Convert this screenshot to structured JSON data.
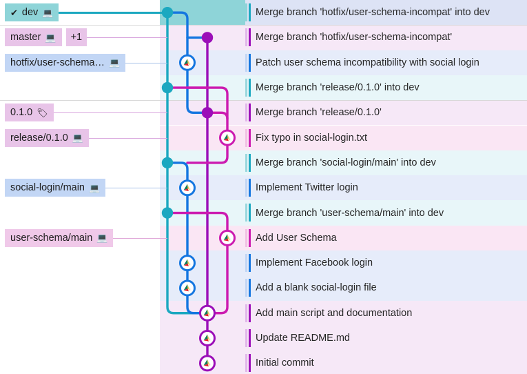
{
  "colors": {
    "dev": "#1ba8c0",
    "master": "#9b0fb8",
    "feature_blue": "#1476e0",
    "feature_magenta": "#cc1bb0",
    "row_selected_graph": "#8ed4d8",
    "row_selected_msg": "#dde3f5",
    "row_dev_tint": "#e8f6f9",
    "row_master_tint": "#f6e8f7",
    "row_blue_tint": "#e6ecfa",
    "row_magenta_tint": "#fae6f4",
    "separator": "#d8d8d8",
    "text": "#262626",
    "background": "#ffffff"
  },
  "graph": {
    "node_icon_name": "commit-author-avatar-icon",
    "lane_x": [
      243,
      272,
      301,
      330
    ],
    "row_height": 36.3
  },
  "refs": [
    {
      "name": "dev",
      "kind": "branch",
      "label": "dev",
      "icon": "local-branch-icon",
      "checked_out": true,
      "style": "dev",
      "row": 0,
      "extra": null
    },
    {
      "name": "master",
      "kind": "branch",
      "label": "master",
      "icon": "local-branch-icon",
      "checked_out": false,
      "style": "pink",
      "row": 1,
      "extra": "+1"
    },
    {
      "name": "hotfix",
      "kind": "branch",
      "label": "hotfix/user-schema…",
      "icon": "local-branch-icon",
      "checked_out": false,
      "style": "blue",
      "row": 2,
      "extra": null
    },
    {
      "name": "tag-0.1.0",
      "kind": "tag",
      "label": "0.1.0",
      "icon": "tag-icon",
      "checked_out": false,
      "style": "pink",
      "row": 4,
      "extra": null
    },
    {
      "name": "release",
      "kind": "branch",
      "label": "release/0.1.0",
      "icon": "local-branch-icon",
      "checked_out": false,
      "style": "pink",
      "row": 5,
      "extra": null
    },
    {
      "name": "social-login-main",
      "kind": "branch",
      "label": "social-login/main",
      "icon": "local-branch-icon",
      "checked_out": false,
      "style": "blue",
      "row": 7,
      "extra": null
    },
    {
      "name": "user-schema-main",
      "kind": "branch",
      "label": "user-schema/main",
      "icon": "local-branch-icon",
      "checked_out": false,
      "style": "pink2",
      "row": 9,
      "extra": null
    }
  ],
  "commits": [
    {
      "index": 0,
      "message": "Merge branch 'hotfix/user-schema-incompat' into dev",
      "lane": 0,
      "node_type": "merge-dot",
      "node_color": "#1ba8c0",
      "selected": true,
      "row_tint": "selected",
      "edge_color": "#1ba8c0",
      "edge2_color": "#8ed4d8"
    },
    {
      "index": 1,
      "message": "Merge branch 'hotfix/user-schema-incompat'",
      "lane": 2,
      "node_type": "merge-dot",
      "node_color": "#9b0fb8",
      "selected": false,
      "row_tint": "master",
      "edge_color": "#9b0fb8",
      "edge2_color": "#e2b8ea"
    },
    {
      "index": 2,
      "message": "Patch user schema incompatibility with social login",
      "lane": 1,
      "node_type": "avatar",
      "node_color": "#1476e0",
      "selected": false,
      "row_tint": "blue",
      "edge_color": "#1476e0",
      "edge2_color": "#c2d6f5"
    },
    {
      "index": 3,
      "message": "Merge branch 'release/0.1.0' into dev",
      "lane": 0,
      "node_type": "merge-dot",
      "node_color": "#1ba8c0",
      "selected": false,
      "row_tint": "dev",
      "edge_color": "#1ba8c0",
      "edge2_color": "#9ad8de"
    },
    {
      "index": 4,
      "message": "Merge branch 'release/0.1.0'",
      "lane": 2,
      "node_type": "merge-dot",
      "node_color": "#9b0fb8",
      "selected": false,
      "row_tint": "master",
      "edge_color": "#9b0fb8",
      "edge2_color": "#e2b8ea"
    },
    {
      "index": 5,
      "message": "Fix typo in social-login.txt",
      "lane": 3,
      "node_type": "avatar",
      "node_color": "#cc1bb0",
      "selected": false,
      "row_tint": "magenta",
      "edge_color": "#cc1bb0",
      "edge2_color": "#f2c0e4"
    },
    {
      "index": 6,
      "message": "Merge branch 'social-login/main' into dev",
      "lane": 0,
      "node_type": "merge-dot",
      "node_color": "#1ba8c0",
      "selected": false,
      "row_tint": "dev",
      "edge_color": "#1ba8c0",
      "edge2_color": "#9ad8de"
    },
    {
      "index": 7,
      "message": "Implement Twitter login",
      "lane": 1,
      "node_type": "avatar",
      "node_color": "#1476e0",
      "selected": false,
      "row_tint": "blue",
      "edge_color": "#1476e0",
      "edge2_color": "#c2d6f5"
    },
    {
      "index": 8,
      "message": "Merge branch 'user-schema/main' into dev",
      "lane": 0,
      "node_type": "merge-dot",
      "node_color": "#1ba8c0",
      "selected": false,
      "row_tint": "dev",
      "edge_color": "#1ba8c0",
      "edge2_color": "#9ad8de"
    },
    {
      "index": 9,
      "message": "Add User Schema",
      "lane": 3,
      "node_type": "avatar",
      "node_color": "#cc1bb0",
      "selected": false,
      "row_tint": "magenta",
      "edge_color": "#cc1bb0",
      "edge2_color": "#f2c0e4"
    },
    {
      "index": 10,
      "message": "Implement Facebook login",
      "lane": 1,
      "node_type": "avatar",
      "node_color": "#1476e0",
      "selected": false,
      "row_tint": "blue",
      "edge_color": "#1476e0",
      "edge2_color": "#c2d6f5"
    },
    {
      "index": 11,
      "message": "Add a blank social-login file",
      "lane": 1,
      "node_type": "avatar",
      "node_color": "#1476e0",
      "selected": false,
      "row_tint": "blue",
      "edge_color": "#1476e0",
      "edge2_color": "#c2d6f5"
    },
    {
      "index": 12,
      "message": "Add main script and documentation",
      "lane": 2,
      "node_type": "avatar",
      "node_color": "#9b0fb8",
      "selected": false,
      "row_tint": "master",
      "edge_color": "#9b0fb8",
      "edge2_color": "#e2b8ea"
    },
    {
      "index": 13,
      "message": "Update README.md",
      "lane": 2,
      "node_type": "avatar",
      "node_color": "#9b0fb8",
      "selected": false,
      "row_tint": "master",
      "edge_color": "#9b0fb8",
      "edge2_color": "#e2b8ea"
    },
    {
      "index": 14,
      "message": "Initial commit",
      "lane": 2,
      "node_type": "avatar",
      "node_color": "#9b0fb8",
      "selected": false,
      "row_tint": "master",
      "edge_color": "#9b0fb8",
      "edge2_color": "#e2b8ea"
    }
  ],
  "separators_after_rows": [
    0,
    3
  ]
}
